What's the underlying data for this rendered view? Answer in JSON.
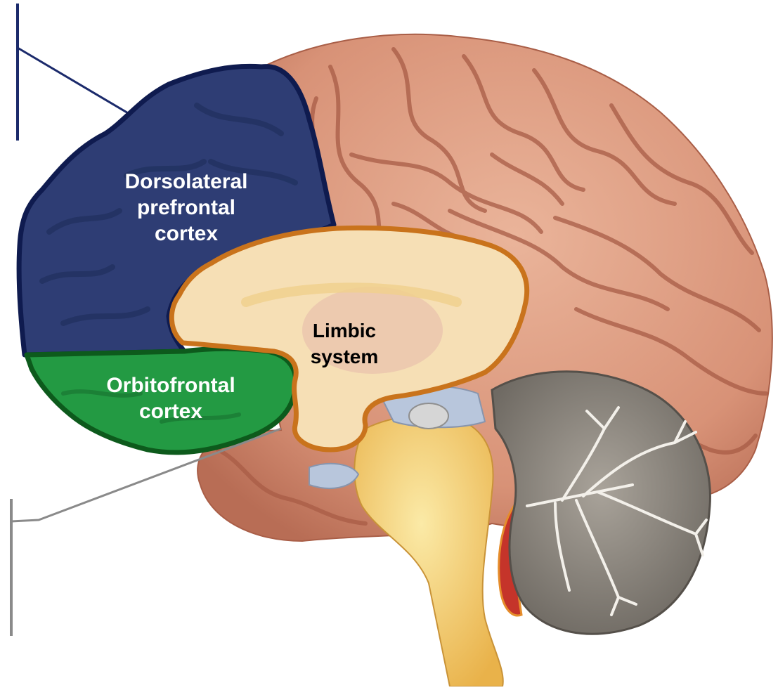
{
  "diagram": {
    "regions": {
      "dlpfc": {
        "label": "Dorsolateral\nprefrontal\ncortex",
        "fill": "#2e3d74",
        "outline": "#0f1b4f",
        "text_color": "#ffffff"
      },
      "ofc": {
        "label": "Orbitofrontal\ncortex",
        "fill": "#239a43",
        "outline": "#0d5a1c",
        "text_color": "#ffffff"
      },
      "limbic": {
        "label": "Limbic\nsystem",
        "fill": "#f6dfb5",
        "outline": "#c9731c",
        "text_color": "#000000"
      }
    },
    "colors": {
      "cortex": "#dd9b80",
      "cortex_shadow": "#b86d55",
      "brainstem": "#f1d27c",
      "cerebellum": "#8c857c",
      "ventricle": "#b8c6dc",
      "leader_top": "#1b2a6b",
      "leader_bottom": "#8a8a8a"
    }
  }
}
